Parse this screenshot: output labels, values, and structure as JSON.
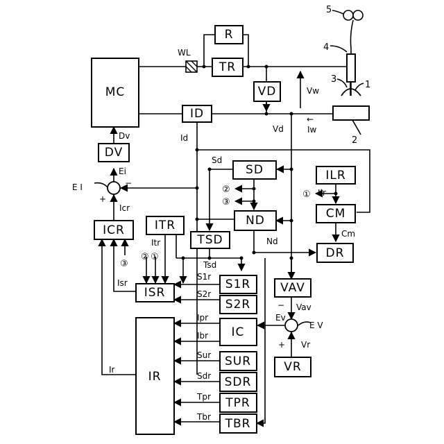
{
  "blocks": {
    "mc": "MC",
    "r": "R",
    "tr": "TR",
    "vd": "VD",
    "id": "ID",
    "dv": "DV",
    "sd": "SD",
    "ilr": "ILR",
    "cm": "CM",
    "nd": "ND",
    "icr": "ICR",
    "itr": "ITR",
    "tsd": "TSD",
    "dr": "DR",
    "isr": "ISR",
    "s1r": "S1R",
    "s2r": "S2R",
    "vav": "VAV",
    "ic": "IC",
    "ir": "IR",
    "sur": "SUR",
    "sdr": "SDR",
    "tpr": "TPR",
    "tbr": "TBR",
    "vr": "VR"
  },
  "signals": {
    "wl": "WL",
    "vw": "Vw",
    "vd": "Vd",
    "iw": "Iw",
    "id": "Id",
    "dv": "Dv",
    "ei": "Ei",
    "ei_node": "E I",
    "sd": "Sd",
    "ilr": "Ilr",
    "cm": "Cm",
    "icr": "Icr",
    "itr": "Itr",
    "tsd": "Tsd",
    "nd": "Nd",
    "isr": "Isr",
    "s1r": "S1r",
    "s2r": "S2r",
    "ev": "Ev",
    "ev_node": "E V",
    "vav": "Vav",
    "vr": "Vr",
    "ipr": "Ipr",
    "ibr": "Ibr",
    "ir": "Ir",
    "sur": "Sur",
    "sdr": "Sdr",
    "tpr": "Tpr",
    "tbr": "Tbr"
  },
  "symbols": {
    "plus": "+",
    "minus": "−",
    "arrow_left": "←"
  },
  "markers": {
    "c1": "①",
    "c2": "②",
    "c3": "③"
  },
  "refs": {
    "n1": "1",
    "n2": "2",
    "n3": "3",
    "n4": "4",
    "n5": "5"
  }
}
